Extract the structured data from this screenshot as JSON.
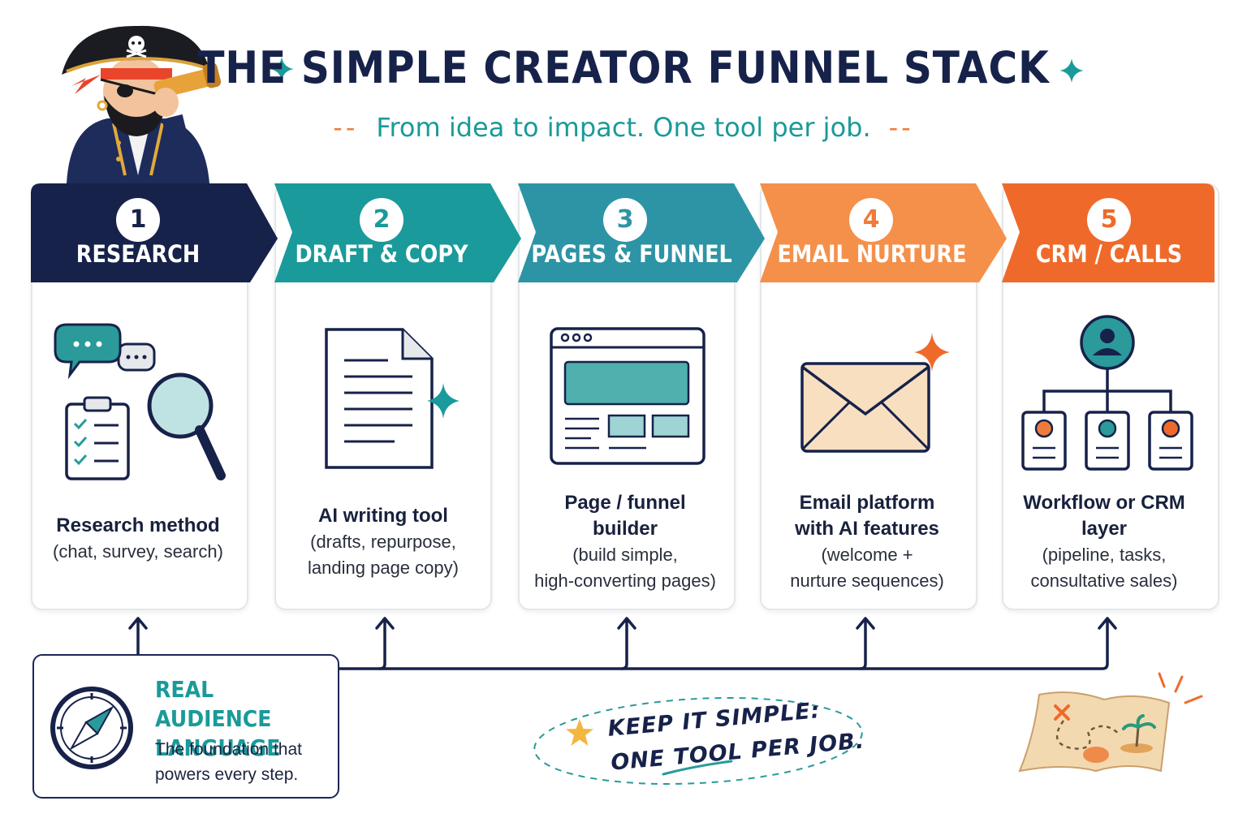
{
  "header": {
    "title": "THE SIMPLE CREATOR FUNNEL STACK",
    "subtitle": "From idea to impact. One tool per job.",
    "dash": "--"
  },
  "colors": {
    "navy": "#17224a",
    "teal": "#1a9a9a",
    "blue_teal": "#2d94a6",
    "orange_light": "#f5904a",
    "orange": "#ef6a2a"
  },
  "steps": [
    {
      "number": "1",
      "title": "RESEARCH",
      "label": "Research method",
      "detail": "(chat, survey, search)",
      "icon": "research-icon"
    },
    {
      "number": "2",
      "title": "DRAFT & COPY",
      "label": "AI writing tool",
      "detail": "(drafts, repurpose,\nlanding page copy)",
      "icon": "document-icon"
    },
    {
      "number": "3",
      "title": "PAGES & FUNNEL",
      "label": "Page / funnel\nbuilder",
      "detail": "(build simple,\nhigh-converting pages)",
      "icon": "browser-window-icon"
    },
    {
      "number": "4",
      "title": "EMAIL NURTURE",
      "label": "Email platform\nwith AI features",
      "detail": "(welcome +\nnurture sequences)",
      "icon": "envelope-icon"
    },
    {
      "number": "5",
      "title": "CRM / CALLS",
      "label": "Workflow or CRM\nlayer",
      "detail": "(pipeline, tasks,\nconsultative sales)",
      "icon": "org-chart-icon"
    }
  ],
  "foundation": {
    "title": "REAL AUDIENCE\nLANGUAGE",
    "text": "The foundation that powers every step.",
    "icon": "compass-icon"
  },
  "motto": {
    "text": "KEEP IT SIMPLE:\nONE TOOL PER JOB.",
    "icon": "star-icon"
  },
  "decorations": [
    "pirate-mascot-icon",
    "treasure-map-icon",
    "sparkle-icon"
  ]
}
